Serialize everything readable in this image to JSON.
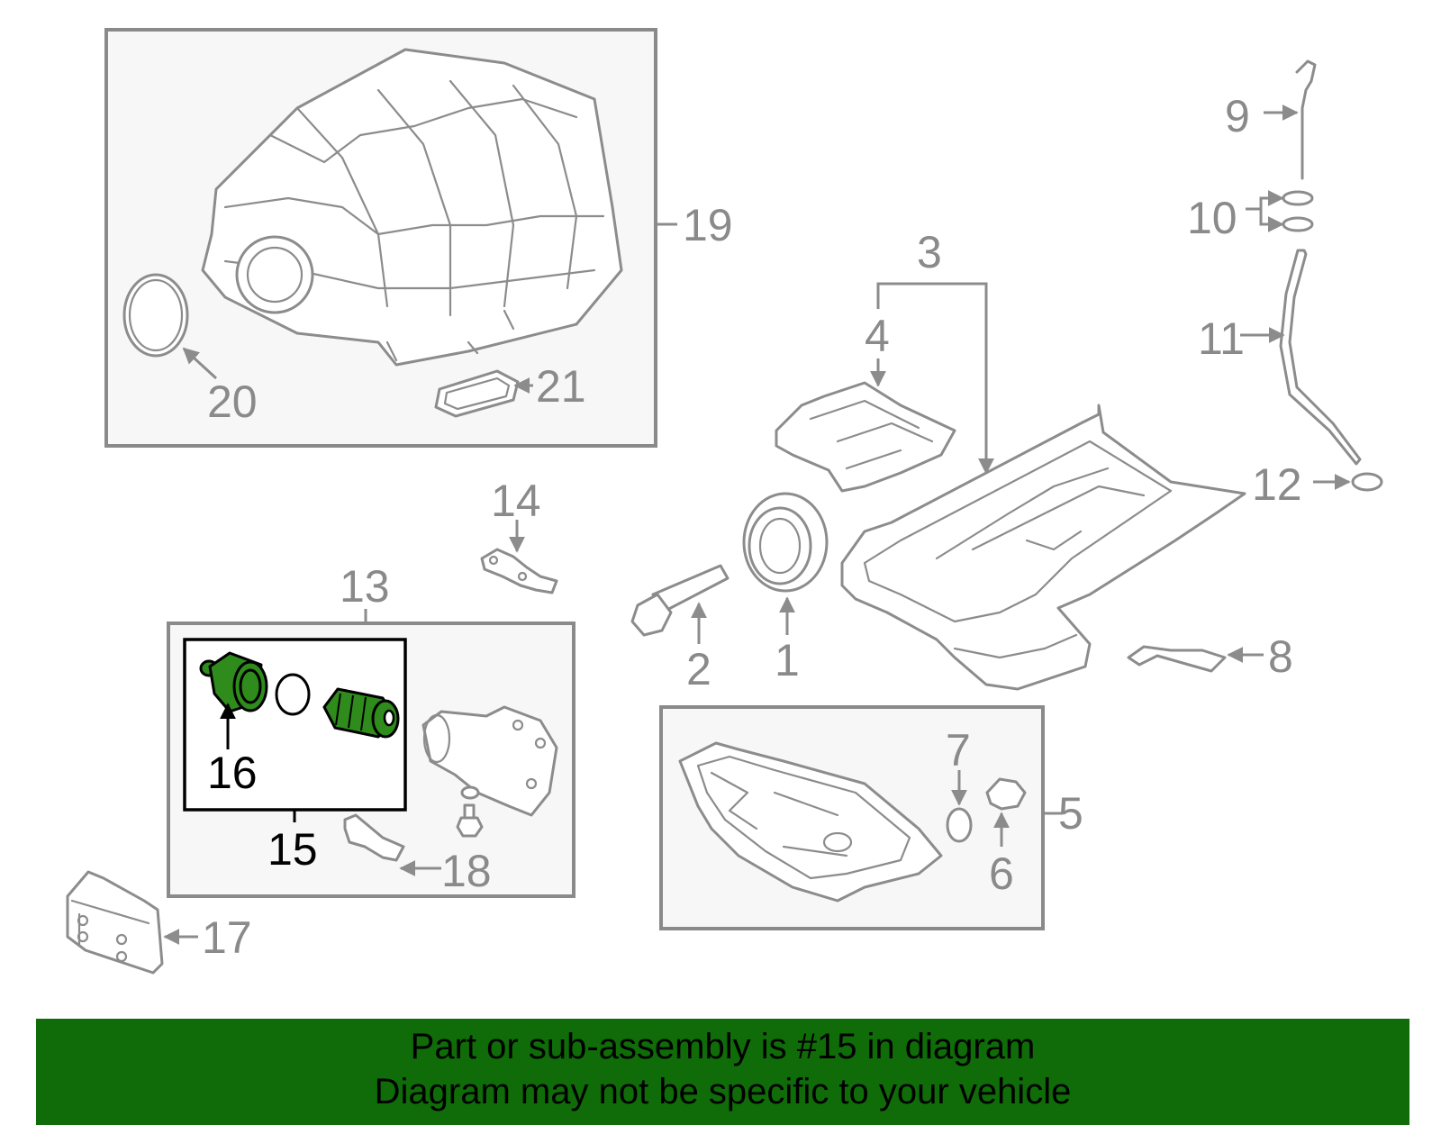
{
  "colors": {
    "banner_background": "#0f6c08",
    "highlight_part": "#2e8b1c",
    "line_art": "#8c8c8c"
  },
  "callouts": {
    "c1": "1",
    "c2": "2",
    "c3": "3",
    "c4": "4",
    "c5": "5",
    "c6": "6",
    "c7": "7",
    "c8": "8",
    "c9": "9",
    "c10": "10",
    "c11": "11",
    "c12": "12",
    "c13": "13",
    "c14": "14",
    "c15": "15",
    "c16": "16",
    "c17": "17",
    "c18": "18",
    "c19": "19",
    "c20": "20",
    "c21": "21"
  },
  "banner": {
    "line1": "Part or sub-assembly is #15 in diagram",
    "line2": "Diagram may not be specific to your vehicle"
  }
}
